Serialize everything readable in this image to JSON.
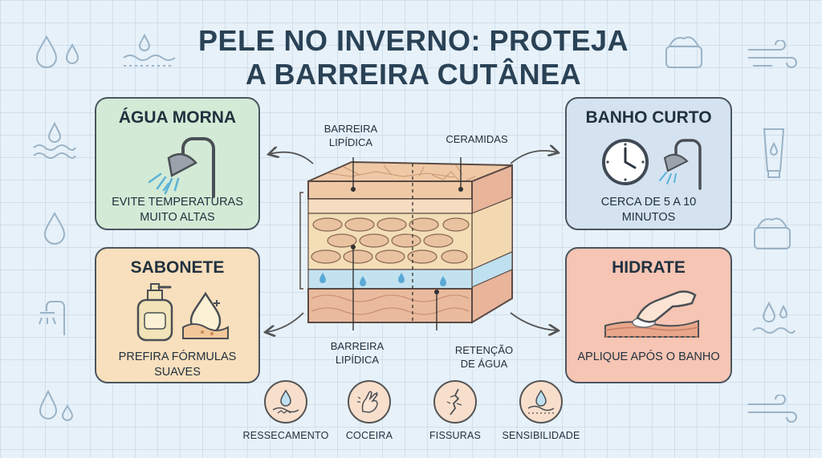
{
  "title_line1": "PELE NO INVERNO: PROTEJA",
  "title_line2": "A BARREIRA CUTÂNEA",
  "cards": {
    "agua": {
      "title": "ÁGUA MORNA",
      "text": "EVITE TEMPERATURAS MUITO ALTAS",
      "icon": "shower-icon",
      "color": "#d3ead6"
    },
    "sabonete": {
      "title": "SABONETE",
      "text": "PREFIRA FÓRMULAS SUAVES",
      "icon": "soap-bottle-icon",
      "color": "#f8dfbd"
    },
    "banho": {
      "title": "BANHO CURTO",
      "text": "CERCA DE 5 A 10 MINUTOS",
      "icon": "clock-icon",
      "color": "#d5e3f1"
    },
    "hidrate": {
      "title": "HIDRATE",
      "text": "APLIQUE APÓS O BANHO",
      "icon": "hand-cream-icon",
      "color": "#f6c5b4"
    }
  },
  "diagram_labels": {
    "barreira_top_l1": "BARREIRA",
    "barreira_top_l2": "LIPÍDICA",
    "ceramidas": "CERAMIDAS",
    "barreira_bottom_l1": "BARREIRA",
    "barreira_bottom_l2": "LIPÍDICA",
    "retencao_l1": "RETENÇÃO",
    "retencao_l2": "DE ÁGUA"
  },
  "symptoms": [
    {
      "label": "RESSECAMENTO",
      "icon": "dry-skin-icon"
    },
    {
      "label": "COCEIRA",
      "icon": "itch-hand-icon"
    },
    {
      "label": "FISSURAS",
      "icon": "crack-icon"
    },
    {
      "label": "SENSIBILIDADE",
      "icon": "sensitive-drop-icon"
    }
  ]
}
